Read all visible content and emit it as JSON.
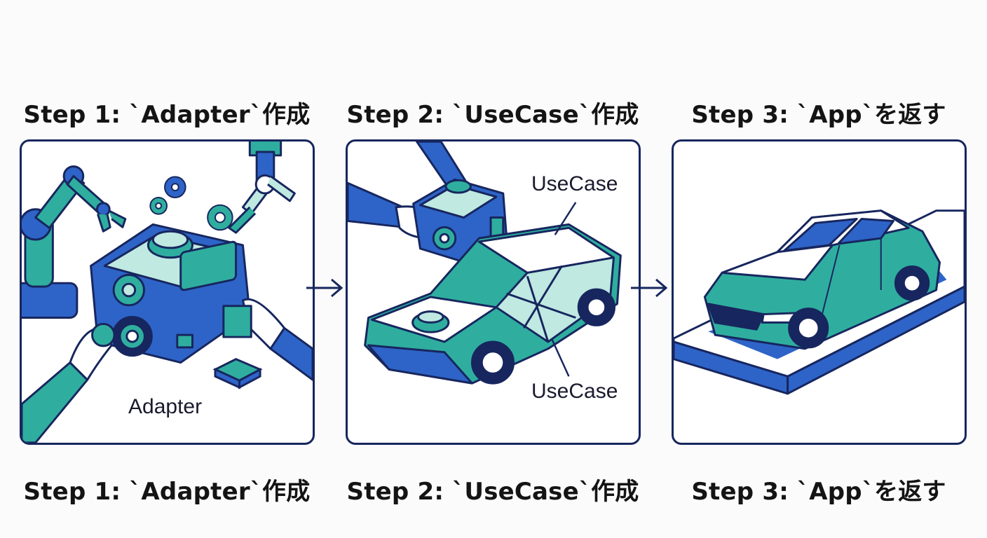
{
  "steps": [
    {
      "title": "Step 1: `Adapter`作成",
      "labels": [
        "Adapter"
      ]
    },
    {
      "title": "Step 2: `UseCase`作成",
      "labels": [
        "UseCase",
        "UseCase"
      ]
    },
    {
      "title": "Step 3: `App`を返す",
      "labels": []
    }
  ],
  "colors": {
    "navy": "#17265e",
    "blue": "#2e64c8",
    "teal": "#2fae9f",
    "light_teal": "#bfe9e1"
  }
}
